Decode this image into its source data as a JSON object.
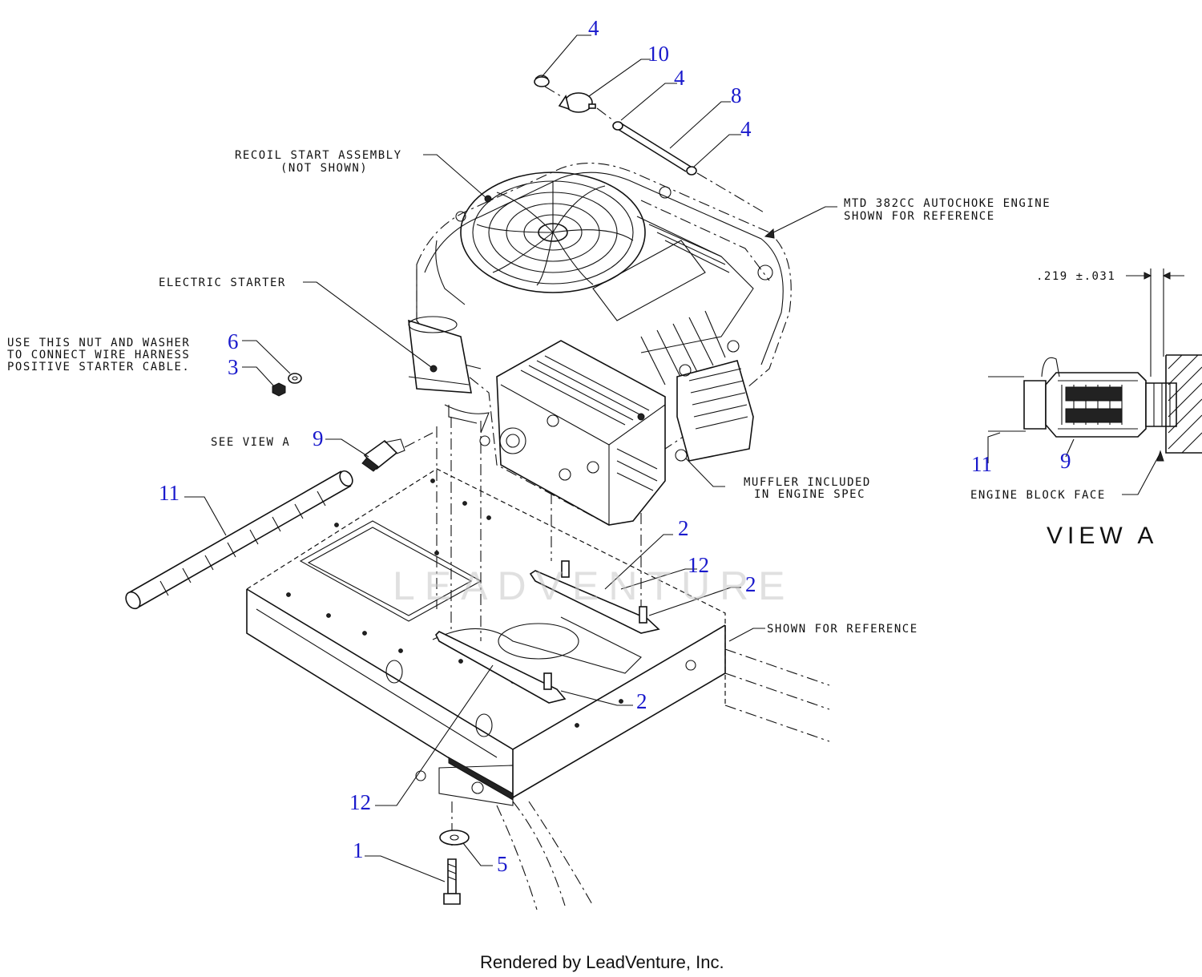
{
  "callouts": {
    "c4a": "4",
    "c10": "10",
    "c4b": "4",
    "c8": "8",
    "c4c": "4",
    "c6": "6",
    "c3": "3",
    "c9": "9",
    "c11": "11",
    "c2a": "2",
    "c12a": "12",
    "c2b": "2",
    "c2c": "2",
    "c12b": "12",
    "c1": "1",
    "c5": "5",
    "v11": "11",
    "v9": "9"
  },
  "notes": {
    "recoil_l1": "RECOIL START ASSEMBLY",
    "recoil_l2": "(NOT SHOWN)",
    "engine_l1": "MTD 382CC AUTOCHOKE ENGINE",
    "engine_l2": "SHOWN FOR REFERENCE",
    "starter": "ELECTRIC STARTER",
    "nut_l1": "USE THIS NUT AND WASHER",
    "nut_l2": "TO CONNECT WIRE HARNESS",
    "nut_l3": "POSITIVE STARTER CABLE.",
    "see_view": "SEE VIEW A",
    "muffler_l1": "MUFFLER INCLUDED",
    "muffler_l2": "IN ENGINE SPEC",
    "shown_ref": "SHOWN FOR REFERENCE",
    "dimension": ".219 ±.031",
    "block_face": "ENGINE BLOCK FACE",
    "view_title": "VIEW A"
  },
  "watermark": "LEADVENTURE",
  "footer": "Rendered by LeadVenture, Inc.",
  "colors": {
    "callout": "#1a1acc",
    "line": "#111111"
  }
}
